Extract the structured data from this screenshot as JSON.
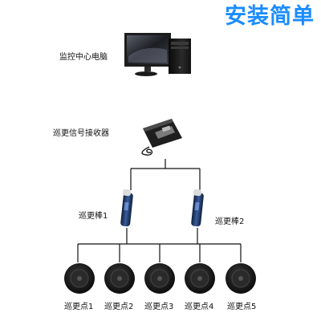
{
  "header": {
    "title": "安装简单"
  },
  "nodes": {
    "computer": {
      "label": "监控中心电脑",
      "icon": "desktop-computer-icon"
    },
    "receiver": {
      "label": "巡更信号接收器",
      "icon": "usb-receiver-icon"
    },
    "wands": [
      {
        "label": "巡更棒1",
        "icon": "patrol-wand-icon"
      },
      {
        "label": "巡更棒2",
        "icon": "patrol-wand-icon"
      }
    ],
    "points": [
      {
        "label": "巡更点1",
        "icon": "checkpoint-disc-icon"
      },
      {
        "label": "巡更点2",
        "icon": "checkpoint-disc-icon"
      },
      {
        "label": "巡更点3",
        "icon": "checkpoint-disc-icon"
      },
      {
        "label": "巡更点4",
        "icon": "checkpoint-disc-icon"
      },
      {
        "label": "巡更点5",
        "icon": "checkpoint-disc-icon"
      }
    ]
  },
  "colors": {
    "title": "#1a8cff",
    "connector": "#111111",
    "wand": "#1f3a6b"
  }
}
